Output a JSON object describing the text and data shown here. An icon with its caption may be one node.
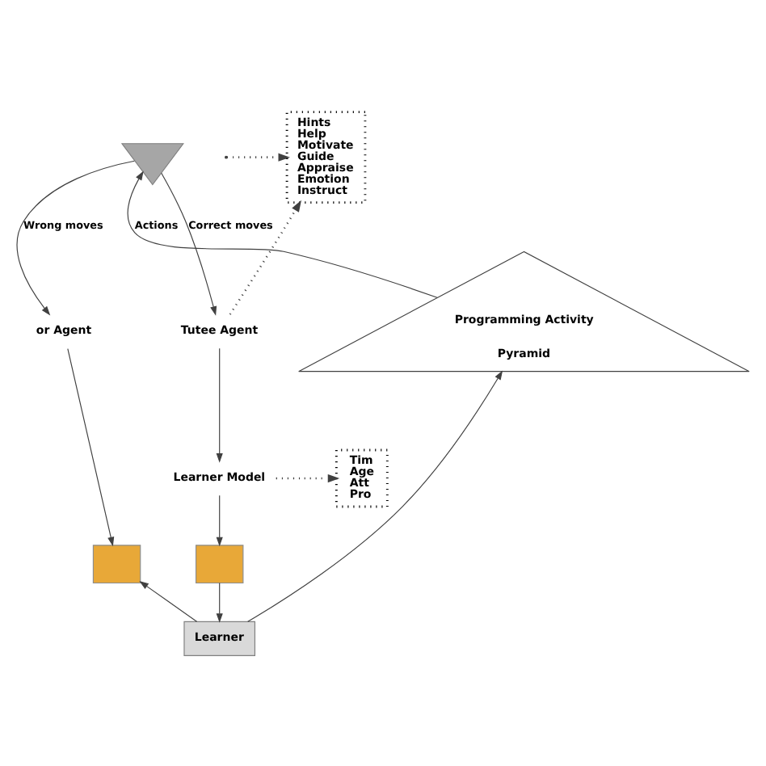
{
  "diagram": {
    "nodes": [
      {
        "text": [
          "Hints",
          "Help",
          "Motivate",
          "Guide",
          "Appraise",
          "Emotion",
          "Instruct"
        ]
      },
      {
        "text": [],
        "shape": "funnel"
      },
      {
        "text": [
          "or Agent"
        ]
      },
      {
        "text": [
          "Tutee Agent"
        ]
      },
      {
        "text": [
          "Programming Activity",
          "Pyramid"
        ]
      },
      {
        "text": [
          "Learner Model"
        ]
      },
      {
        "text": [
          "Tim",
          "Age",
          "Att",
          "Pro"
        ]
      },
      {
        "text": [],
        "shape": "box"
      },
      {
        "text": [],
        "shape": "box"
      },
      {
        "text": [
          "Learner"
        ]
      }
    ],
    "edges": [
      {
        "from": null,
        "to": 0,
        "arrow": "to",
        "style": "dashed"
      },
      {
        "from": 4,
        "to": 1,
        "arrow": "to",
        "label": "Actions"
      },
      {
        "from": 1,
        "to": 2,
        "arrow": "to",
        "label": "Wrong moves"
      },
      {
        "from": 1,
        "to": 3,
        "arrow": "to",
        "label": "Correct moves"
      },
      {
        "from": 3,
        "to": 0,
        "arrow": "to",
        "style": "dashed"
      },
      {
        "from": 2,
        "to": 7,
        "arrow": "to"
      },
      {
        "from": 3,
        "to": 5,
        "arrow": "to"
      },
      {
        "from": 5,
        "to": 6,
        "arrow": "to",
        "style": "dashed"
      },
      {
        "from": 5,
        "to": 8,
        "arrow": "to"
      },
      {
        "from": 8,
        "to": 9,
        "arrow": "to"
      },
      {
        "from": 9,
        "to": 7,
        "arrow": "to"
      },
      {
        "from": 9,
        "to": 4,
        "arrow": "to"
      }
    ]
  }
}
